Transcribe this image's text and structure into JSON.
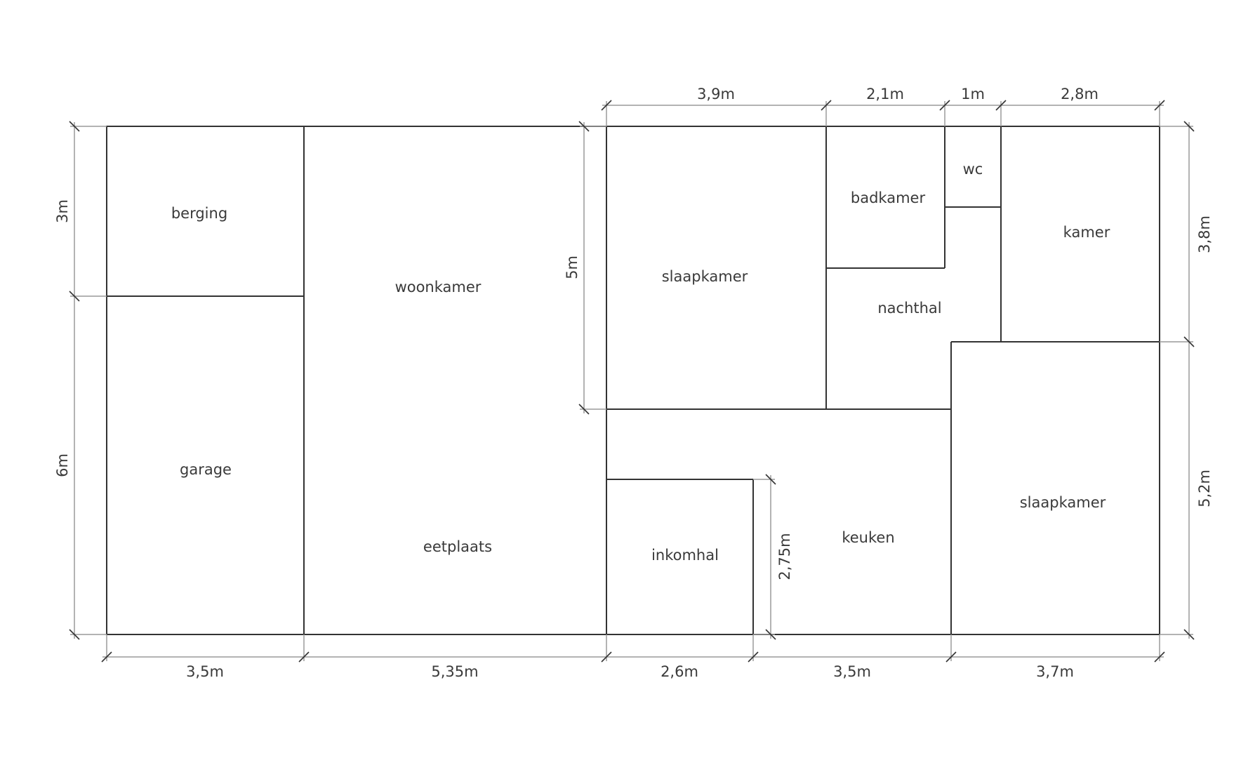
{
  "colors": {
    "wall": "#333333",
    "dimension": "#9a9a9a",
    "text": "#3a3a3a"
  },
  "rooms": {
    "berging": "berging",
    "garage": "garage",
    "woonkamer": "woonkamer",
    "eetplaats": "eetplaats",
    "slaapkamer_1": "slaapkamer",
    "badkamer": "badkamer",
    "wc": "wc",
    "kamer": "kamer",
    "nachthal": "nachthal",
    "keuken": "keuken",
    "inkomhal": "inkomhal",
    "slaapkamer_2": "slaapkamer"
  },
  "dimensions": {
    "top": [
      "3,9m",
      "2,1m",
      "1m",
      "2,8m"
    ],
    "bottom": [
      "3,5m",
      "5,35m",
      "2,6m",
      "3,5m",
      "3,7m"
    ],
    "left": [
      "3m",
      "6m"
    ],
    "right": [
      "3,8m",
      "5,2m"
    ],
    "inner_woonkamer": "5m",
    "inner_inkomhal": "2,75m"
  }
}
